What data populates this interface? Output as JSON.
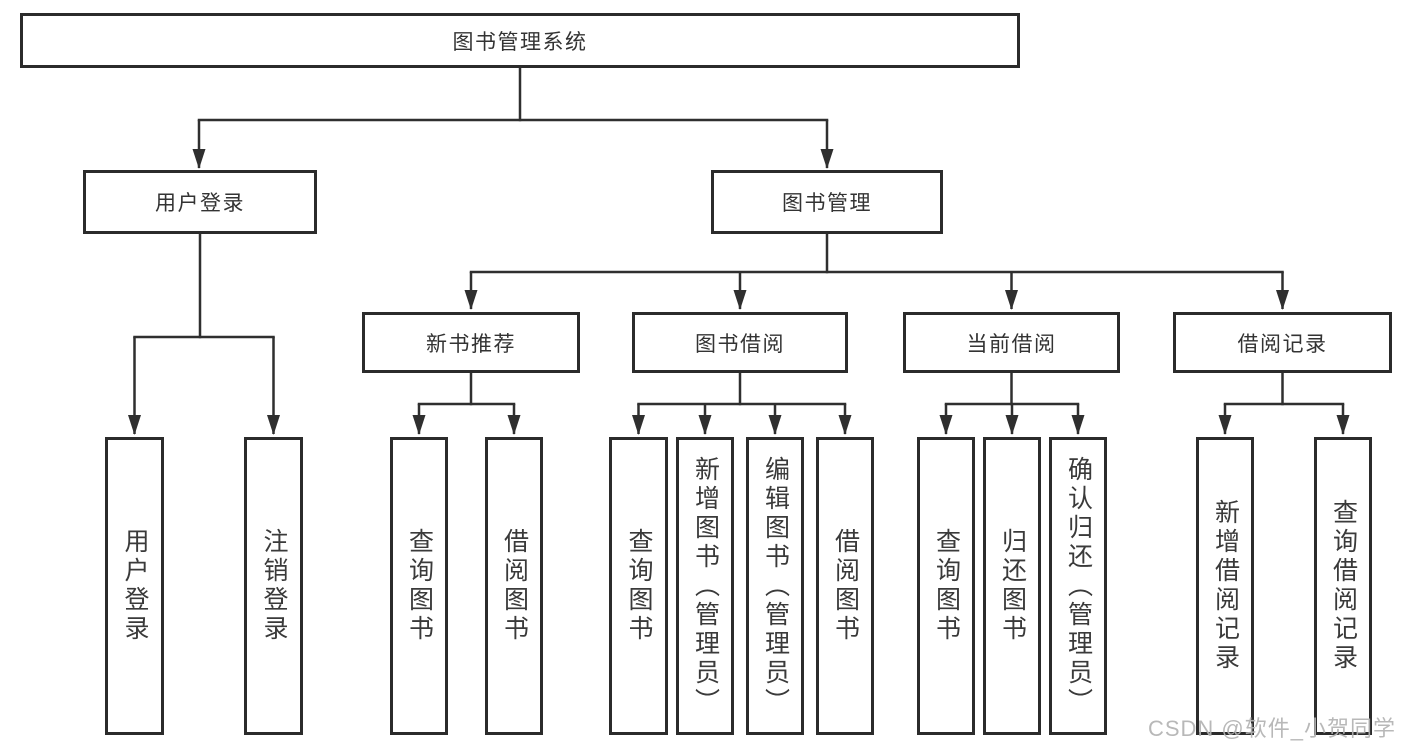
{
  "root": {
    "label": "图书管理系统",
    "children": [
      {
        "label": "用户登录",
        "children": [
          {
            "label": "用户登录"
          },
          {
            "label": "注销登录"
          }
        ]
      },
      {
        "label": "图书管理",
        "children": [
          {
            "label": "新书推荐",
            "children": [
              {
                "label": "查询图书"
              },
              {
                "label": "借阅图书"
              }
            ]
          },
          {
            "label": "图书借阅",
            "children": [
              {
                "label": "查询图书"
              },
              {
                "label": "新增图书（管理员）"
              },
              {
                "label": "编辑图书（管理员）"
              },
              {
                "label": "借阅图书"
              }
            ]
          },
          {
            "label": "当前借阅",
            "children": [
              {
                "label": "查询图书"
              },
              {
                "label": "归还图书"
              },
              {
                "label": "确认归还（管理员）"
              }
            ]
          },
          {
            "label": "借阅记录",
            "children": [
              {
                "label": "新增借阅记录"
              },
              {
                "label": "查询借阅记录"
              }
            ]
          }
        ]
      }
    ]
  },
  "watermark": {
    "text": "CSDN @软件_小贺同学"
  },
  "colors": {
    "line": "#2f2f2f",
    "box_border": "#2b2b2b",
    "text": "#333333",
    "watermark": "#b3b3b3",
    "background": "#ffffff"
  }
}
